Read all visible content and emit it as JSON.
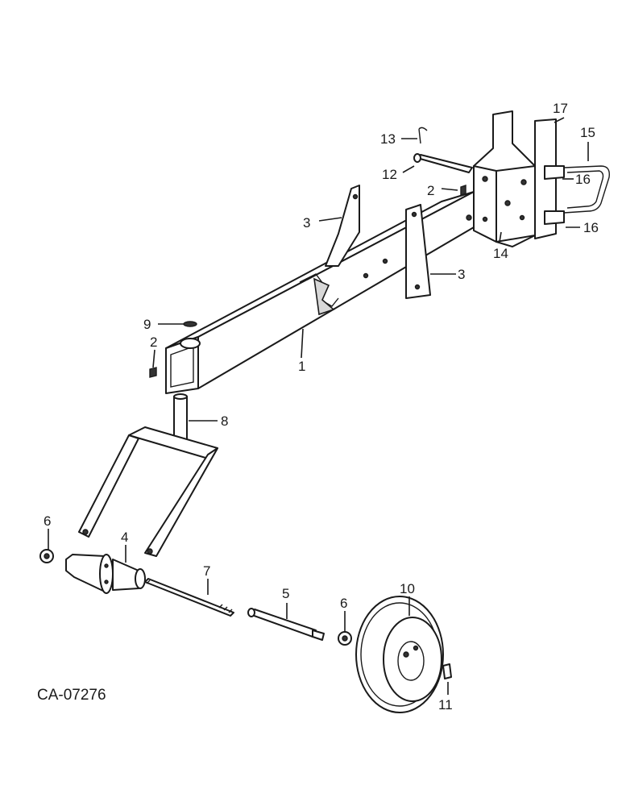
{
  "figure_code": "CA-07276",
  "callouts": {
    "c1": "1",
    "c2a": "2",
    "c2b": "2",
    "c3a": "3",
    "c3b": "3",
    "c4": "4",
    "c5": "5",
    "c6a": "6",
    "c6b": "6",
    "c7": "7",
    "c8": "8",
    "c9": "9",
    "c10": "10",
    "c11": "11",
    "c12": "12",
    "c13": "13",
    "c14": "14",
    "c15": "15",
    "c16a": "16",
    "c16b": "16",
    "c17": "17"
  }
}
